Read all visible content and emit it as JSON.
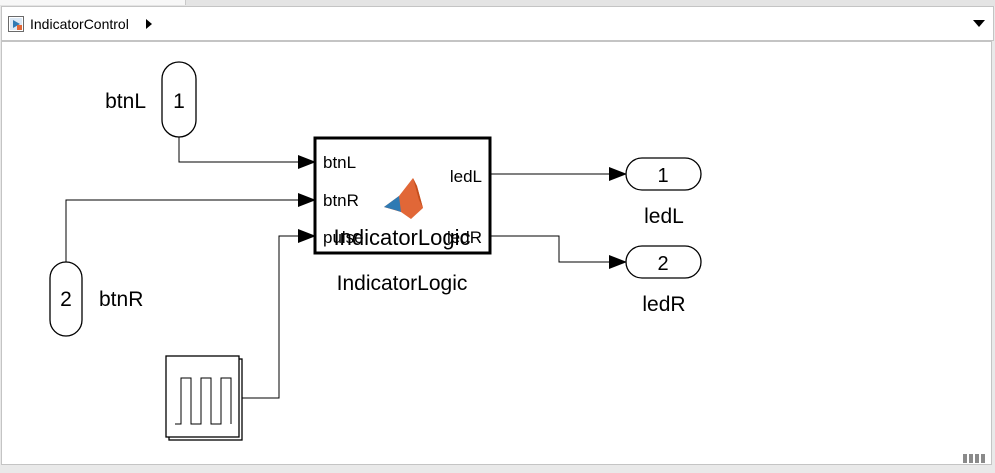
{
  "breadcrumb": {
    "model_name": "IndicatorControl",
    "model_icon": "simulink-model-icon",
    "expand_icon": "right-triangle-icon",
    "dropdown_icon": "down-triangle-icon"
  },
  "diagram": {
    "inports": [
      {
        "number": "1",
        "name": "btnL"
      },
      {
        "number": "2",
        "name": "btnR"
      }
    ],
    "matlab_function_block": {
      "name": "IndicatorLogic",
      "overlay_title": "IndicatorLogic",
      "icon": "matlab-logo-icon",
      "input_ports": [
        "btnL",
        "btnR",
        "pulse"
      ],
      "output_ports": [
        "ledL",
        "ledR"
      ]
    },
    "pulse_generator": {
      "icon": "pulse-wave-icon"
    },
    "outports": [
      {
        "number": "1",
        "name": "ledL"
      },
      {
        "number": "2",
        "name": "ledR"
      }
    ]
  },
  "colors": {
    "canvas": "#ffffff",
    "toolbar_background": "#e9e9e9",
    "line": "#000000",
    "matlab_logo_orange": "#e16737",
    "matlab_logo_blue": "#2f7ab3"
  }
}
